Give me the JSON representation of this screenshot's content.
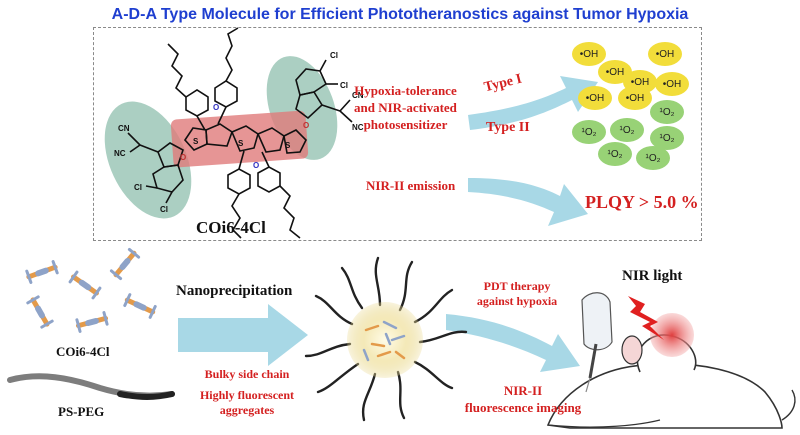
{
  "title": "A-D-A Type Molecule for Efficient Phototheranostics against Tumor Hypoxia",
  "molecule": {
    "name": "COi6-4Cl",
    "atoms": {
      "o1": "O",
      "o2": "O",
      "o3": "O",
      "o4": "O",
      "s": "S",
      "cl": "Cl",
      "cn": "CN",
      "nc": "NC"
    }
  },
  "top": {
    "photosensitizer_label_lines": [
      "Hypoxia-tolerance",
      "and NIR-activated",
      "photosensitizer"
    ],
    "type1": "Type I",
    "type2": "Type II",
    "emission_label": "NIR-II emission",
    "plqy": "PLQY > 5.0 %",
    "oh_label": "•OH",
    "o2_label": "¹O₂"
  },
  "bottom": {
    "molecule_label": "COi6-4Cl",
    "polymer_label": "PS-PEG",
    "process_label": "Nanoprecipitation",
    "features": [
      "Bulky side chain",
      "Highly fluorescent",
      "aggregates"
    ],
    "pdt_lines": [
      "PDT therapy",
      "against hypoxia"
    ],
    "imaging_lines": [
      "NIR-II",
      "fluorescence imaging"
    ],
    "light_label": "NIR light"
  },
  "colors": {
    "title": "#1f3fd0",
    "label_red": "#d42020",
    "arrow": "#a8d8e6",
    "oh": "#f2dd3a",
    "o2": "#98d276",
    "acceptor_shadow": "#8fbfae",
    "core_box": "#e07a7a"
  }
}
